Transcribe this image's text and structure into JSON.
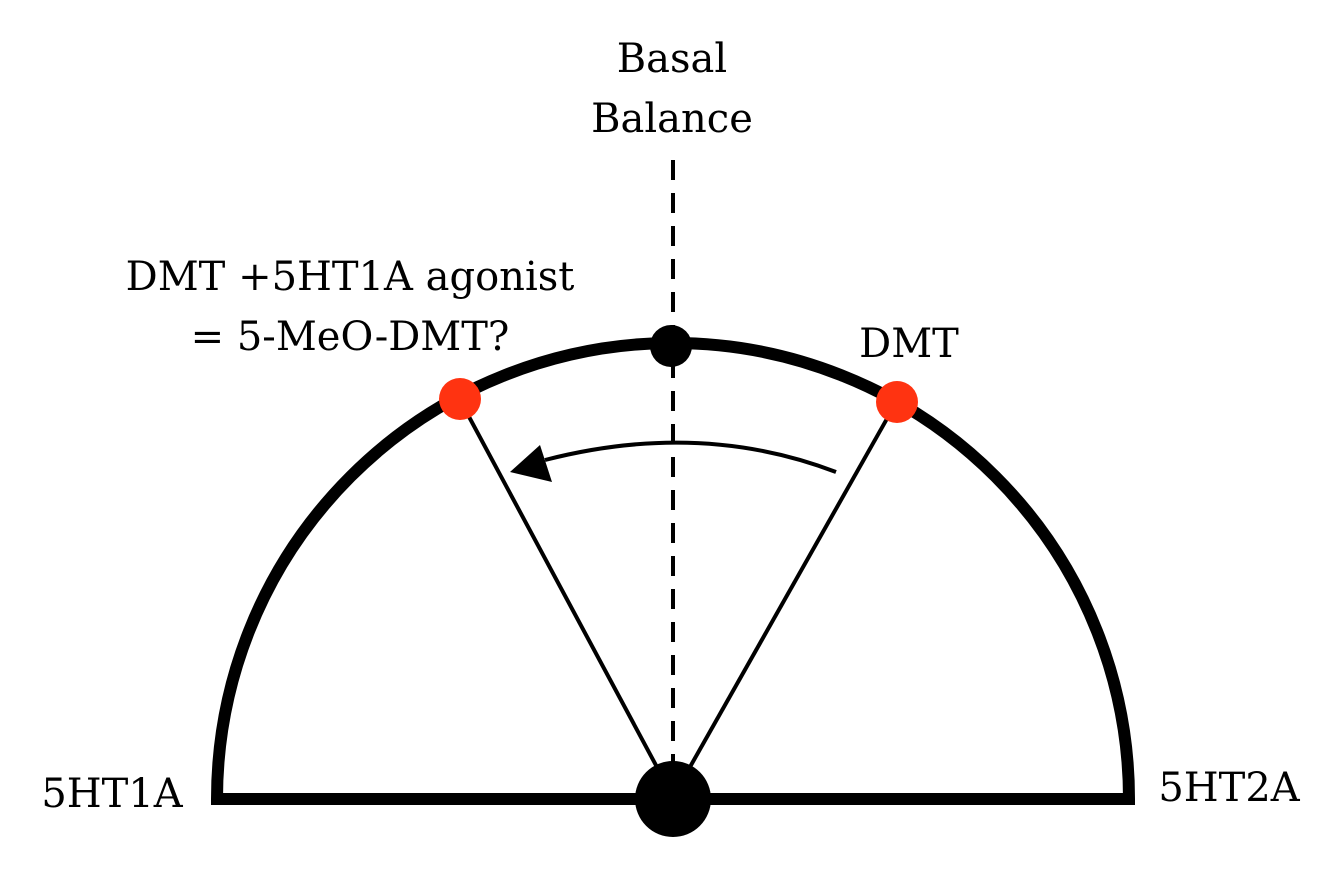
{
  "labels": {
    "top_line1": "Basal",
    "top_line2": "Balance",
    "left_end": "5HT1A",
    "right_end": "5HT2A",
    "dmt": "DMT",
    "combo_line1": "DMT +5HT1A agonist",
    "combo_line2": "= 5-MeO-DMT?"
  },
  "colors": {
    "ink": "#000000",
    "marker": "#ff3311",
    "background": "#ffffff"
  }
}
